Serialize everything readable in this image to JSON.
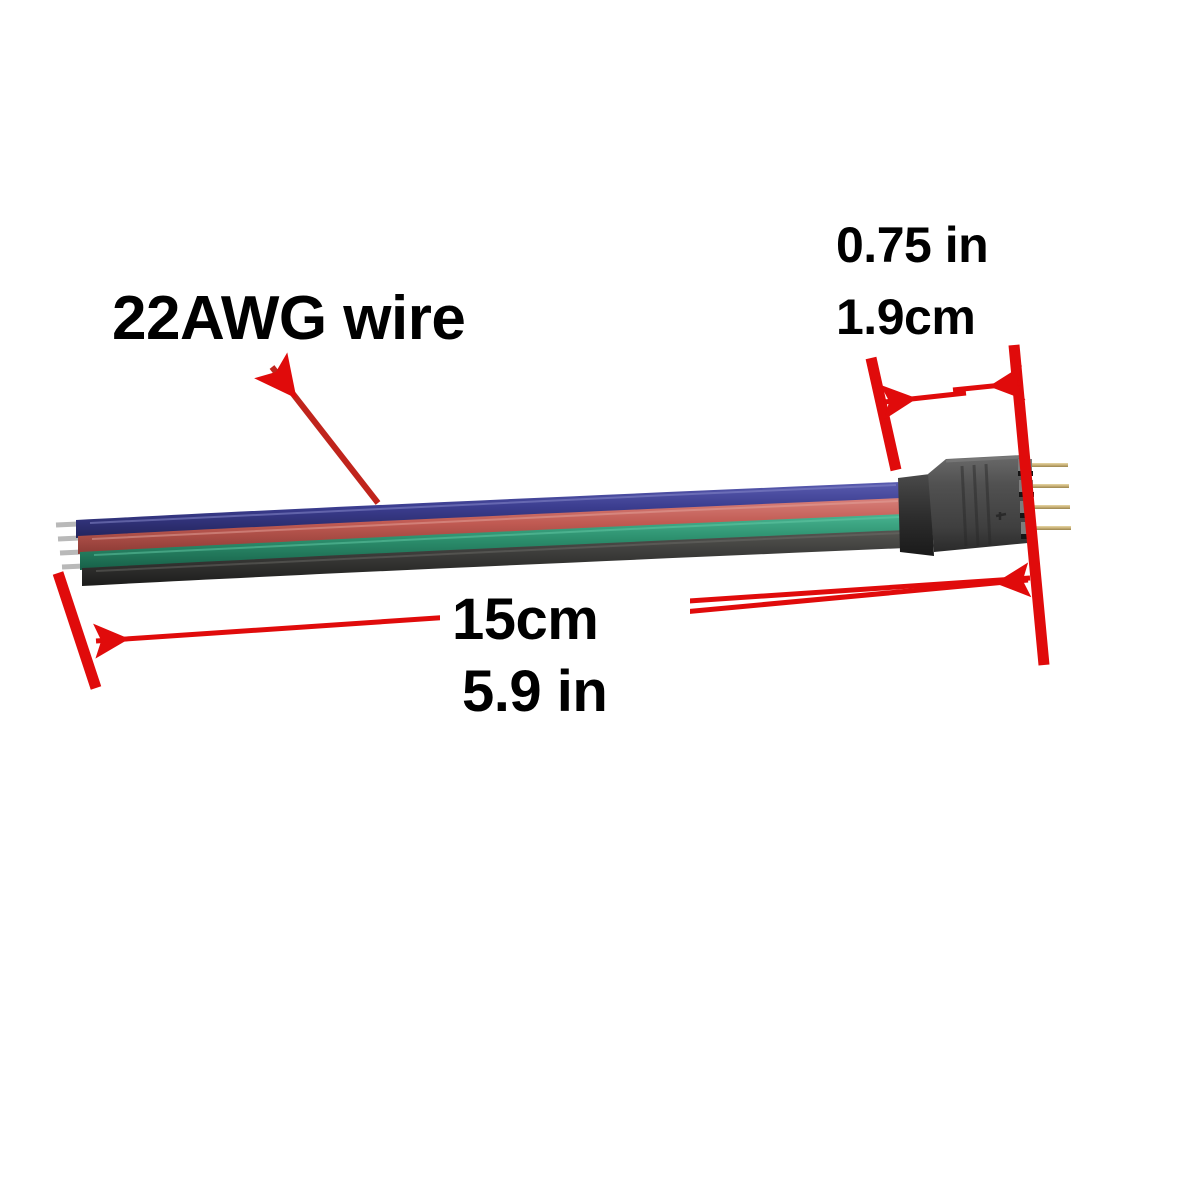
{
  "image": {
    "subject": "rgb-led-strip-4pin-connector-cable",
    "background_color": "#ffffff",
    "annotation_color": "#e00b0b",
    "text_color": "#000000"
  },
  "annotations": {
    "wire_gauge_label": "22AWG wire",
    "connector_length_inches": "0.75 in",
    "connector_length_cm": "1.9cm",
    "total_length_cm": "15cm",
    "total_length_inches": "5.9 in"
  },
  "cable": {
    "wire_count": 4,
    "wires": [
      {
        "name": "blue-wire",
        "color": "#3b3d8f"
      },
      {
        "name": "red-wire",
        "color": "#c05a52"
      },
      {
        "name": "green-wire",
        "color": "#2c8f6d"
      },
      {
        "name": "black-wire",
        "color": "#3a3a38"
      }
    ],
    "stripped_tip_color": "#b9b9b9"
  },
  "connector": {
    "name": "4-pin-male-connector",
    "body_color": "#4b4b4b",
    "collar_color": "#2e2e2e",
    "pin_color": "#c9b177",
    "pin_count": 4
  }
}
